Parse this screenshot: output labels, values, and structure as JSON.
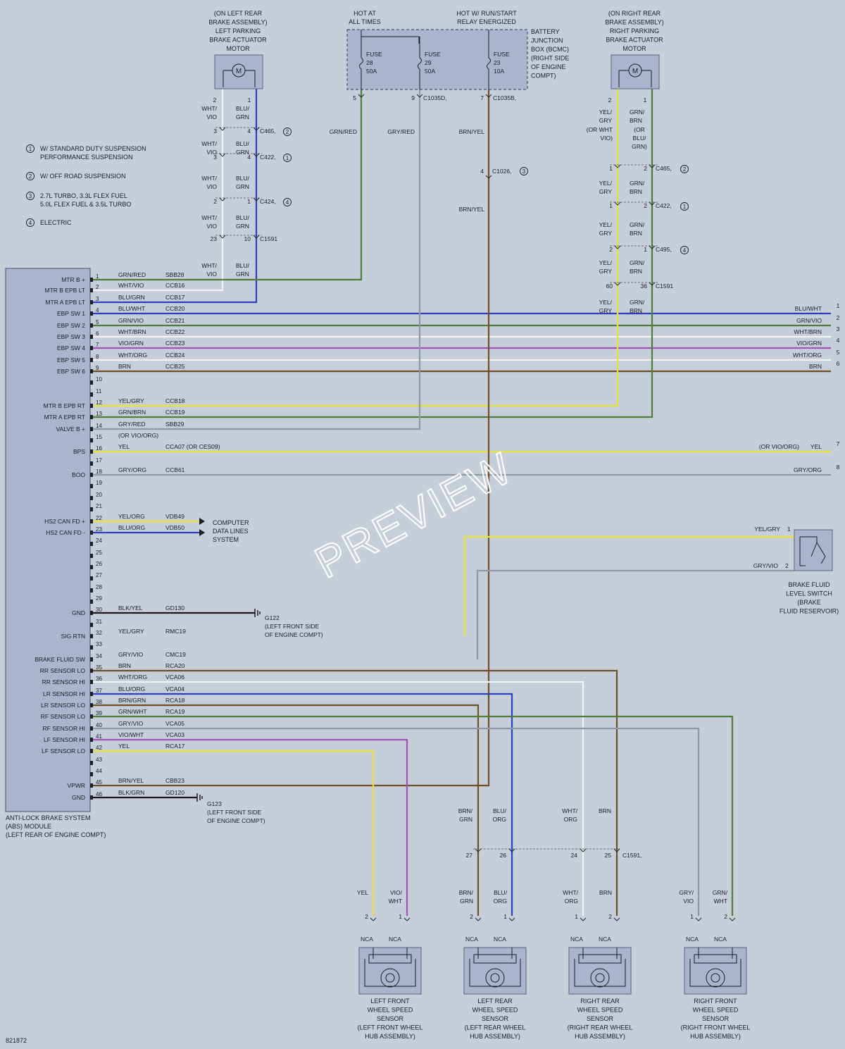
{
  "diagram_id": "821872",
  "watermark": "PREVIEW",
  "colors": {
    "background": "#c6ced9",
    "box_fill": "#aab4cc",
    "box_stroke": "#5a6480",
    "wire": {
      "GRN": "#4f7d3c",
      "BLU": "#2d3fbf",
      "WHT": "#f2f2f2",
      "VIO": "#a652b8",
      "YEL": "#e8e23a",
      "GRY": "#8f97a8",
      "BRN": "#6e4f2a",
      "RED": "#d8556e",
      "ORG": "#e08a3c",
      "BLK": "#1a1a1a"
    }
  },
  "notes": [
    {
      "num": "1",
      "text": [
        "W/ STANDARD DUTY SUSPENSION",
        "PERFORMANCE SUSPENSION"
      ]
    },
    {
      "num": "2",
      "text": [
        "W/ OFF ROAD SUSPENSION"
      ]
    },
    {
      "num": "3",
      "text": [
        "2.7L TURBO, 3.3L FLEX FUEL",
        "5.0L FLEX FUEL & 3.5L TURBO"
      ]
    },
    {
      "num": "4",
      "text": [
        "ELECTRIC"
      ]
    }
  ],
  "abs_module": {
    "name": [
      "ANTI-LOCK BRAKE SYSTEM",
      "(ABS) MODULE",
      "(LEFT REAR OF ENGINE COMPT)"
    ],
    "pins": [
      {
        "pin": "1",
        "fn": "MTR B +",
        "color": "GRN/RED",
        "circuit": "SBB28"
      },
      {
        "pin": "2",
        "fn": "MTR B EPB LT",
        "color": "WHT/VIO",
        "circuit": "CCB16"
      },
      {
        "pin": "3",
        "fn": "MTR A EPB LT",
        "color": "BLU/GRN",
        "circuit": "CCB17"
      },
      {
        "pin": "4",
        "fn": "EBP SW 1",
        "color": "BLU/WHT",
        "circuit": "CCB20"
      },
      {
        "pin": "5",
        "fn": "EBP SW 2",
        "color": "GRN/VIO",
        "circuit": "CCB21"
      },
      {
        "pin": "6",
        "fn": "EBP SW 3",
        "color": "WHT/BRN",
        "circuit": "CCB22"
      },
      {
        "pin": "7",
        "fn": "EBP SW 4",
        "color": "VIO/GRN",
        "circuit": "CCB23"
      },
      {
        "pin": "8",
        "fn": "EBP SW 5",
        "color": "WHT/ORG",
        "circuit": "CCB24"
      },
      {
        "pin": "9",
        "fn": "EBP SW 6",
        "color": "BRN",
        "circuit": "CCB25"
      },
      {
        "pin": "10",
        "fn": "",
        "color": "",
        "circuit": ""
      },
      {
        "pin": "11",
        "fn": "",
        "color": "",
        "circuit": ""
      },
      {
        "pin": "12",
        "fn": "MTR B EPB RT",
        "color": "YEL/GRY",
        "circuit": "CCB18"
      },
      {
        "pin": "13",
        "fn": "MTR A EPB RT",
        "color": "GRN/BRN",
        "circuit": "CCB19"
      },
      {
        "pin": "14",
        "fn": "VALVE B +",
        "color": "GRY/RED",
        "circuit": "SBB29"
      },
      {
        "pin": "15",
        "fn": "",
        "color": "(OR VIO/ORG)",
        "circuit": ""
      },
      {
        "pin": "16",
        "fn": "BPS",
        "color": "YEL",
        "circuit": "CCA07  (OR CES09)"
      },
      {
        "pin": "17",
        "fn": "",
        "color": "",
        "circuit": ""
      },
      {
        "pin": "18",
        "fn": "BOO",
        "color": "GRY/ORG",
        "circuit": "CCB61"
      },
      {
        "pin": "19",
        "fn": "",
        "color": "",
        "circuit": ""
      },
      {
        "pin": "20",
        "fn": "",
        "color": "",
        "circuit": ""
      },
      {
        "pin": "21",
        "fn": "",
        "color": "",
        "circuit": ""
      },
      {
        "pin": "22",
        "fn": "HS2 CAN FD +",
        "color": "YEL/ORG",
        "circuit": "VDB49"
      },
      {
        "pin": "23",
        "fn": "HS2 CAN FD -",
        "color": "BLU/ORG",
        "circuit": "VDB50"
      },
      {
        "pin": "24",
        "fn": "",
        "color": "",
        "circuit": ""
      },
      {
        "pin": "25",
        "fn": "",
        "color": "",
        "circuit": ""
      },
      {
        "pin": "26",
        "fn": "",
        "color": "",
        "circuit": ""
      },
      {
        "pin": "27",
        "fn": "",
        "color": "",
        "circuit": ""
      },
      {
        "pin": "28",
        "fn": "",
        "color": "",
        "circuit": ""
      },
      {
        "pin": "29",
        "fn": "",
        "color": "",
        "circuit": ""
      },
      {
        "pin": "30",
        "fn": "GND",
        "color": "BLK/YEL",
        "circuit": "GD130"
      },
      {
        "pin": "31",
        "fn": "",
        "color": "",
        "circuit": ""
      },
      {
        "pin": "32",
        "fn": "SIG RTN",
        "color": "YEL/GRY",
        "circuit": "RMC19"
      },
      {
        "pin": "33",
        "fn": "",
        "color": "",
        "circuit": ""
      },
      {
        "pin": "34",
        "fn": "BRAKE FLUID SW",
        "color": "GRY/VIO",
        "circuit": "CMC19"
      },
      {
        "pin": "35",
        "fn": "RR SENSOR LO",
        "color": "BRN",
        "circuit": "RCA20"
      },
      {
        "pin": "36",
        "fn": "RR SENSOR HI",
        "color": "WHT/ORG",
        "circuit": "VCA06"
      },
      {
        "pin": "37",
        "fn": "LR SENSOR HI",
        "color": "BLU/ORG",
        "circuit": "VCA04"
      },
      {
        "pin": "38",
        "fn": "LR SENSOR LO",
        "color": "BRN/GRN",
        "circuit": "RCA18"
      },
      {
        "pin": "39",
        "fn": "RF SENSOR LO",
        "color": "GRN/WHT",
        "circuit": "RCA19"
      },
      {
        "pin": "40",
        "fn": "RF SENSOR HI",
        "color": "GRY/VIO",
        "circuit": "VCA05"
      },
      {
        "pin": "41",
        "fn": "LF SENSOR HI",
        "color": "VIO/WHT",
        "circuit": "VCA03"
      },
      {
        "pin": "42",
        "fn": "LF SENSOR LO",
        "color": "YEL",
        "circuit": "RCA17"
      },
      {
        "pin": "43",
        "fn": "",
        "color": "",
        "circuit": ""
      },
      {
        "pin": "44",
        "fn": "",
        "color": "",
        "circuit": ""
      },
      {
        "pin": "45",
        "fn": "VPWR",
        "color": "BRN/YEL",
        "circuit": "CBB23"
      },
      {
        "pin": "46",
        "fn": "GND",
        "color": "BLK/GRN",
        "circuit": "GD120"
      }
    ]
  },
  "left_motor": {
    "name": [
      "(ON LEFT REAR",
      "BRAKE ASSEMBLY)",
      "LEFT PARKING",
      "BRAKE ACTUATOR",
      "MOTOR"
    ],
    "symbol": "M",
    "pins": [
      "2",
      "1"
    ],
    "wire_labels": [
      "WHT/",
      "VIO",
      "BLU/",
      "GRN"
    ],
    "connectors": [
      {
        "name": "C465",
        "note": "2",
        "pins": [
          "3",
          "4"
        ]
      },
      {
        "name": "C422",
        "note": "1",
        "pins": [
          "3",
          "4"
        ]
      },
      {
        "name": "C424",
        "note": "4",
        "pins": [
          "2",
          "1"
        ]
      },
      {
        "name": "C1591",
        "note": "",
        "pins": [
          "23",
          "10"
        ]
      }
    ]
  },
  "right_motor": {
    "name": [
      "(ON RIGHT REAR",
      "BRAKE ASSEMBLY)",
      "RIGHT PARKING",
      "BRAKE ACTUATOR",
      "MOTOR"
    ],
    "symbol": "M",
    "pins": [
      "2",
      "1"
    ],
    "wire_labels": [
      "YEL/",
      "GRY",
      "GRN/",
      "BRN"
    ],
    "alt_label": [
      "(OR WHT",
      "VIO)",
      "(OR",
      "BLU/",
      "GRN)"
    ],
    "connectors": [
      {
        "name": "C465",
        "note": "2",
        "pins": [
          "1",
          "2"
        ]
      },
      {
        "name": "C422",
        "note": "1",
        "pins": [
          "1",
          "2"
        ]
      },
      {
        "name": "C495",
        "note": "4",
        "pins": [
          "2",
          "1"
        ]
      },
      {
        "name": "C1591",
        "note": "",
        "pins": [
          "60",
          "36"
        ]
      }
    ]
  },
  "bjb": {
    "hot_at_all_times": [
      "HOT AT",
      "ALL TIMES"
    ],
    "hot_run_start": [
      "HOT W/ RUN/START",
      "RELAY ENERGIZED"
    ],
    "name": [
      "BATTERY",
      "JUNCTION",
      "BOX (BCMC)",
      "(RIGHT SIDE",
      "OF ENGINE",
      "COMPT)"
    ],
    "fuses": [
      {
        "label": [
          "FUSE",
          "28",
          "50A"
        ]
      },
      {
        "label": [
          "FUSE",
          "29",
          "50A"
        ]
      },
      {
        "label": [
          "FUSE",
          "23",
          "10A"
        ]
      }
    ],
    "pins": [
      "5",
      "9",
      "7"
    ],
    "connectors": [
      "C1035D",
      "C1035B"
    ],
    "wires": [
      "GRN/RED",
      "GRY/RED",
      "BRN/YEL",
      "BRN/YEL"
    ],
    "c1026": {
      "pin": "4",
      "name": "C1026",
      "note": "3"
    }
  },
  "right_outputs": [
    {
      "label": "BLU/WHT",
      "num": "1"
    },
    {
      "label": "GRN/VIO",
      "num": "2"
    },
    {
      "label": "WHT/BRN",
      "num": "3"
    },
    {
      "label": "VIO/GRN",
      "num": "4"
    },
    {
      "label": "WHT/ORG",
      "num": "5"
    },
    {
      "label": "BRN",
      "num": "6"
    },
    {
      "label": "YEL",
      "alt": "(OR VIO/ORG)",
      "num": "7"
    },
    {
      "label": "GRY/ORG",
      "num": "8"
    }
  ],
  "computer_data_lines": [
    "COMPUTER",
    "DATA LINES",
    "SYSTEM"
  ],
  "grounds": [
    {
      "name": "G122",
      "loc": [
        "(LEFT FRONT SIDE",
        "OF ENGINE COMPT)"
      ]
    },
    {
      "name": "G123",
      "loc": [
        "(LEFT FRONT SIDE",
        "OF ENGINE COMPT)"
      ]
    }
  ],
  "brake_fluid_switch": {
    "name": [
      "BRAKE FLUID",
      "LEVEL SWITCH",
      "(BRAKE",
      "FLUID RESERVOIR)"
    ],
    "wires": [
      {
        "label": "YEL/GRY",
        "pin": "1"
      },
      {
        "label": "GRY/VIO",
        "pin": "2"
      }
    ]
  },
  "c1591_bottom": {
    "name": "C1591",
    "pins": [
      "27",
      "26",
      "24",
      "25"
    ],
    "top_labels": [
      [
        "BRN/",
        "GRN"
      ],
      [
        "BLU/",
        "ORG"
      ],
      [
        "WHT/",
        "ORG"
      ],
      [
        "BRN"
      ]
    ]
  },
  "sensors": [
    {
      "name": [
        "LEFT FRONT",
        "WHEEL SPEED",
        "SENSOR",
        "(LEFT FRONT WHEEL",
        "HUB ASSEMBLY)"
      ],
      "wires": [
        [
          "YEL"
        ],
        [
          "VIO/",
          "WHT"
        ]
      ],
      "pins": [
        "2",
        "1"
      ],
      "nca": [
        "NCA",
        "NCA"
      ]
    },
    {
      "name": [
        "LEFT REAR",
        "WHEEL SPEED",
        "SENSOR",
        "(LEFT REAR WHEEL",
        "HUB ASSEMBLY)"
      ],
      "wires": [
        [
          "BRN/",
          "GRN"
        ],
        [
          "BLU/",
          "ORG"
        ]
      ],
      "pins": [
        "2",
        "1"
      ],
      "nca": [
        "NCA",
        "NCA"
      ]
    },
    {
      "name": [
        "RIGHT REAR",
        "WHEEL SPEED",
        "SENSOR",
        "(RIGHT REAR WHEEL",
        "HUB ASSEMBLY)"
      ],
      "wires": [
        [
          "WHT/",
          "ORG"
        ],
        [
          "BRN"
        ]
      ],
      "pins": [
        "1",
        "2"
      ],
      "nca": [
        "NCA",
        "NCA"
      ]
    },
    {
      "name": [
        "RIGHT FRONT",
        "WHEEL SPEED",
        "SENSOR",
        "(RIGHT FRONT WHEEL",
        "HUB ASSEMBLY)"
      ],
      "wires": [
        [
          "GRY/",
          "VIO"
        ],
        [
          "GRN/",
          "WHT"
        ]
      ],
      "pins": [
        "1",
        "2"
      ],
      "nca": [
        "NCA",
        "NCA"
      ]
    }
  ]
}
